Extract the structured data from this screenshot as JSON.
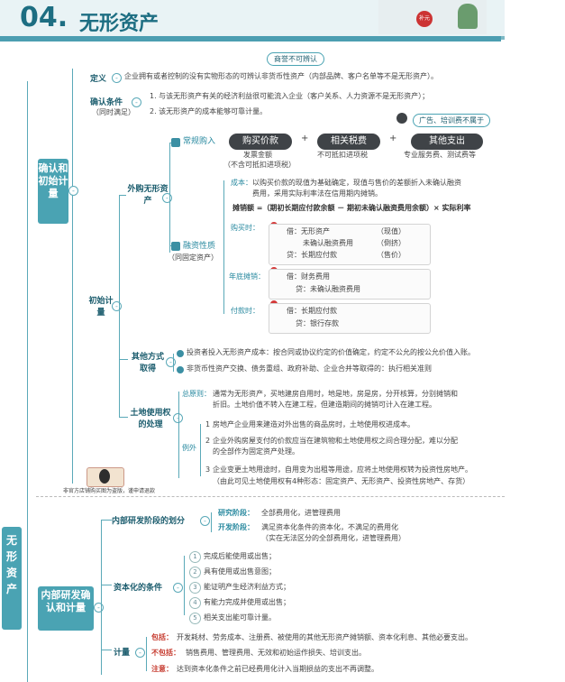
{
  "header": {
    "number": "04.",
    "title": "无形资产",
    "sticker": "补元"
  },
  "definition": {
    "label": "定义",
    "text": "企业拥有或者控制的没有实物形态的可辨认非货币性资产（内部品牌、客户名单等不是无形资产）。",
    "callout": "商誉不可辨认"
  },
  "recognition": {
    "label": "确认条件",
    "sub": "（同时满足）",
    "items": [
      "1. 与该无形资产有关的经济利益很可能流入企业（客户关系、人力资源不是无形资产）；",
      "2. 该无形资产的成本能够可靠计量。"
    ]
  },
  "left_nodes": {
    "recognize_measure": "确认和初始计量",
    "intangible": "无形资产",
    "internal": "内部研发确认和计量"
  },
  "purchase": {
    "label": "外购无形资产",
    "normal": "常规购入",
    "pills": [
      "购买价款",
      "相关税费",
      "其他支出"
    ],
    "notes": [
      "发票金额",
      "（不含可抵扣进项税）",
      "不可抵扣进项税",
      "专业服务费、测试费等"
    ],
    "callout": "广告、培训费不属于",
    "financing": "融资性质",
    "financing_sub": "（同固定资产）",
    "cost_label": "成本：",
    "cost_text_1": "以购买价款的现值为基础确定，现值与售价的差额折入未确认融资",
    "cost_text_2": "费用，采用实际利率法在信用期内摊销。",
    "amort_formula": "摊销额 =（期初长期应付款余额 － 期初未确认融资费用余额）× 实际利率",
    "buy_label": "购买时：",
    "buy_entries": [
      {
        "acct": "借：无形资产",
        "note": "（现值）"
      },
      {
        "acct": "未确认融资费用",
        "note": "（倒挤）"
      },
      {
        "acct": "贷：长期应付款",
        "note": "（售价）"
      }
    ],
    "year_label": "年底摊销：",
    "year_entries": [
      "借：财务费用",
      "贷：未确认融资费用"
    ],
    "pay_label": "付款时：",
    "pay_entries": [
      "借：长期应付款",
      "贷：银行存款"
    ]
  },
  "initial": {
    "label": "初始计量"
  },
  "other": {
    "label": "其他方式取得",
    "items": [
      "投资者投入无形资产成本：按合同或协议约定的价值确定，约定不公允的按公允价值入账。",
      "非货币性资产交换、债务重组、政府补助、企业合并等取得的：执行相关准则"
    ]
  },
  "land": {
    "label": "土地使用权的处理",
    "principle_label": "总原则：",
    "principle_1": "通常为无形资产，买地建房自用时，地是地，房是房，分开核算，分别摊销和",
    "principle_2": "折旧。土地价值不转入在建工程，但建造期间的摊销可计入在建工程。",
    "exception_label": "例外",
    "exceptions": [
      "房地产企业用来建造对外出售的商品房时，土地使用权进成本。",
      "企业外购房屋支付的价款应当在建筑物和土地使用权之间合理分配，难以分配",
      "的全部作为固定资产处理。",
      "企业变更土地用途时，自用变为出租等用途，应将土地使用权转为投资性房地产。",
      "（由此可见土地使用权有4种形态：固定资产、无形资产、投资性房地产、存货）"
    ]
  },
  "watermark": "非官方店铺购买图为盗版，谨申请退款",
  "internal": {
    "stage_label": "内部研发阶段的划分",
    "research_label": "研究阶段：",
    "research_text": "全部费用化，进管理费用",
    "dev_label": "开发阶段：",
    "dev_text_1": "满足资本化条件的资本化，不满足的费用化",
    "dev_text_2": "（实在无法区分的全部费用化，进管理费用）",
    "cap_label": "资本化的条件",
    "cap_items": [
      "完成后能使用或出售；",
      "具有使用或出售意图；",
      "能证明产生经济利益方式；",
      "有能力完成并使用或出售；",
      "相关支出能可靠计量。"
    ],
    "measure_label": "计量",
    "includes_label": "包括：",
    "includes_text": "开发耗材、劳务成本、注册费、被使用的其他无形资产摊销额、资本化利息、其他必要支出。",
    "excludes_label": "不包括：",
    "excludes_text": "销售费用、管理费用、无效和初始运作损失、培训支出。",
    "note_label": "注意：",
    "note_text": "达到资本化条件之前已经费用化计入当期损益的支出不再调整。"
  }
}
